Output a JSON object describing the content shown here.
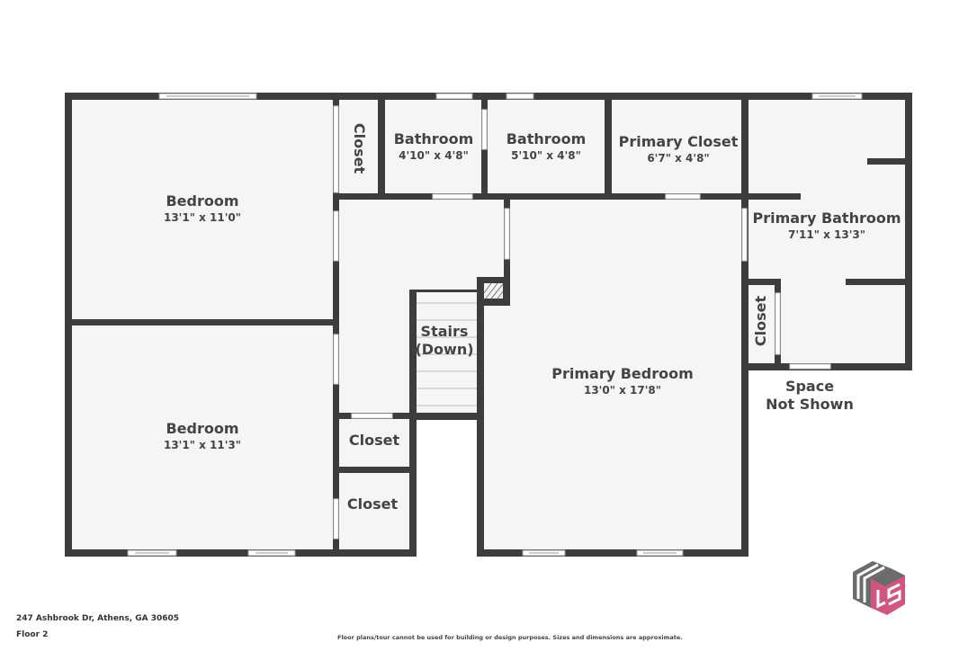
{
  "plan": {
    "wall_color": "#3d3d3d",
    "floor_color": "#f5f5f5",
    "window_color": "#ffffff"
  },
  "rooms": [
    {
      "id": "bedroom-1",
      "name": "Bedroom",
      "dims": "13'1\" x 11'0\""
    },
    {
      "id": "bedroom-2",
      "name": "Bedroom",
      "dims": "13'1\" x 11'3\""
    },
    {
      "id": "closet-top",
      "name": "Closet"
    },
    {
      "id": "bathroom-1",
      "name": "Bathroom",
      "dims": "4'10\" x 4'8\""
    },
    {
      "id": "bathroom-2",
      "name": "Bathroom",
      "dims": "5'10\" x 4'8\""
    },
    {
      "id": "primary-closet",
      "name": "Primary Closet",
      "dims": "6'7\" x 4'8\""
    },
    {
      "id": "primary-bathroom",
      "name": "Primary Bathroom",
      "dims": "7'11\" x 13'3\""
    },
    {
      "id": "closet-bath",
      "name": "Closet"
    },
    {
      "id": "stairs",
      "name_line1": "Stairs",
      "name_line2": "(Down)"
    },
    {
      "id": "primary-bedroom",
      "name": "Primary Bedroom",
      "dims": "13'0\" x 17'8\""
    },
    {
      "id": "closet-mid",
      "name": "Closet"
    },
    {
      "id": "closet-low",
      "name": "Closet"
    },
    {
      "id": "space-not-shown",
      "name_line1": "Space",
      "name_line2": "Not Shown"
    }
  ],
  "footer": {
    "address": "247 Ashbrook Dr, Athens, GA 30605",
    "floor": "Floor 2",
    "disclaimer": "Floor plans/tour cannot be used for building or design purposes. Sizes and dimensions are approximate."
  },
  "logo": {
    "icon": "ls-cube-logo",
    "gray": "#6b6b6e",
    "pink": "#d2557f"
  }
}
